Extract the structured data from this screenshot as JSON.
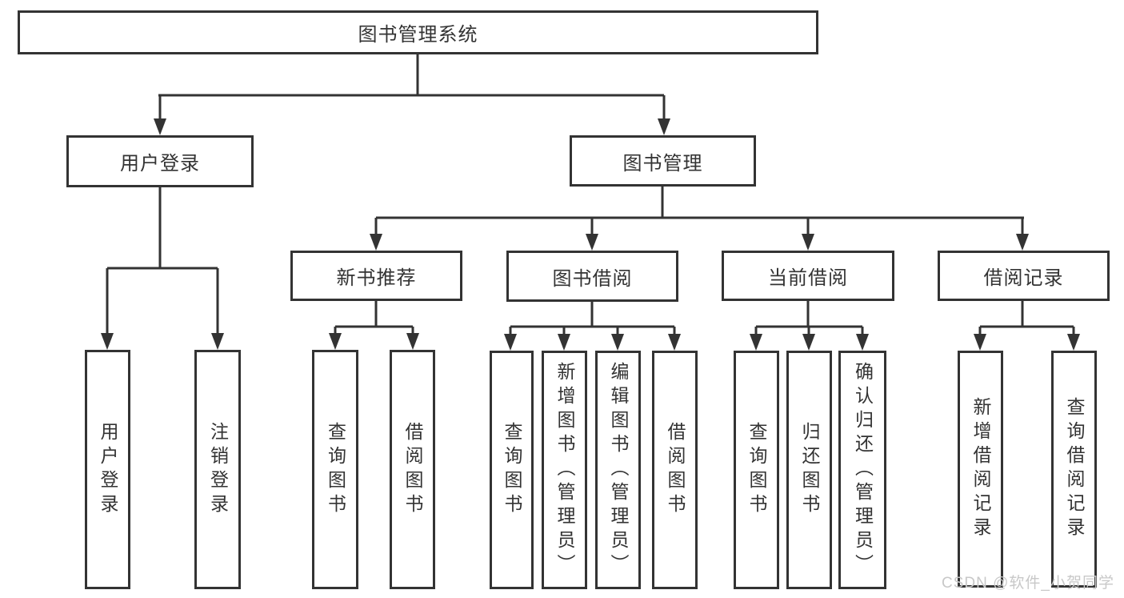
{
  "diagram_title": "图书管理系统",
  "watermark": "CSDN @软件_小贺同学",
  "colors": {
    "line": "#333333",
    "box_border": "#333333",
    "text": "#333333",
    "watermark": "#c8c8c8",
    "background": "#ffffff"
  },
  "tree": {
    "label": "图书管理系统",
    "children": [
      {
        "label": "用户登录",
        "children": [
          {
            "label": "用户登录"
          },
          {
            "label": "注销登录"
          }
        ]
      },
      {
        "label": "图书管理",
        "children": [
          {
            "label": "新书推荐",
            "children": [
              {
                "label": "查询图书"
              },
              {
                "label": "借阅图书"
              }
            ]
          },
          {
            "label": "图书借阅",
            "children": [
              {
                "label": "查询图书"
              },
              {
                "label": "新增图书（管理员）"
              },
              {
                "label": "编辑图书（管理员）"
              },
              {
                "label": "借阅图书"
              }
            ]
          },
          {
            "label": "当前借阅",
            "children": [
              {
                "label": "查询图书"
              },
              {
                "label": "归还图书"
              },
              {
                "label": "确认归还（管理员）"
              }
            ]
          },
          {
            "label": "借阅记录",
            "children": [
              {
                "label": "新增借阅记录"
              },
              {
                "label": "查询借阅记录"
              }
            ]
          }
        ]
      }
    ]
  }
}
